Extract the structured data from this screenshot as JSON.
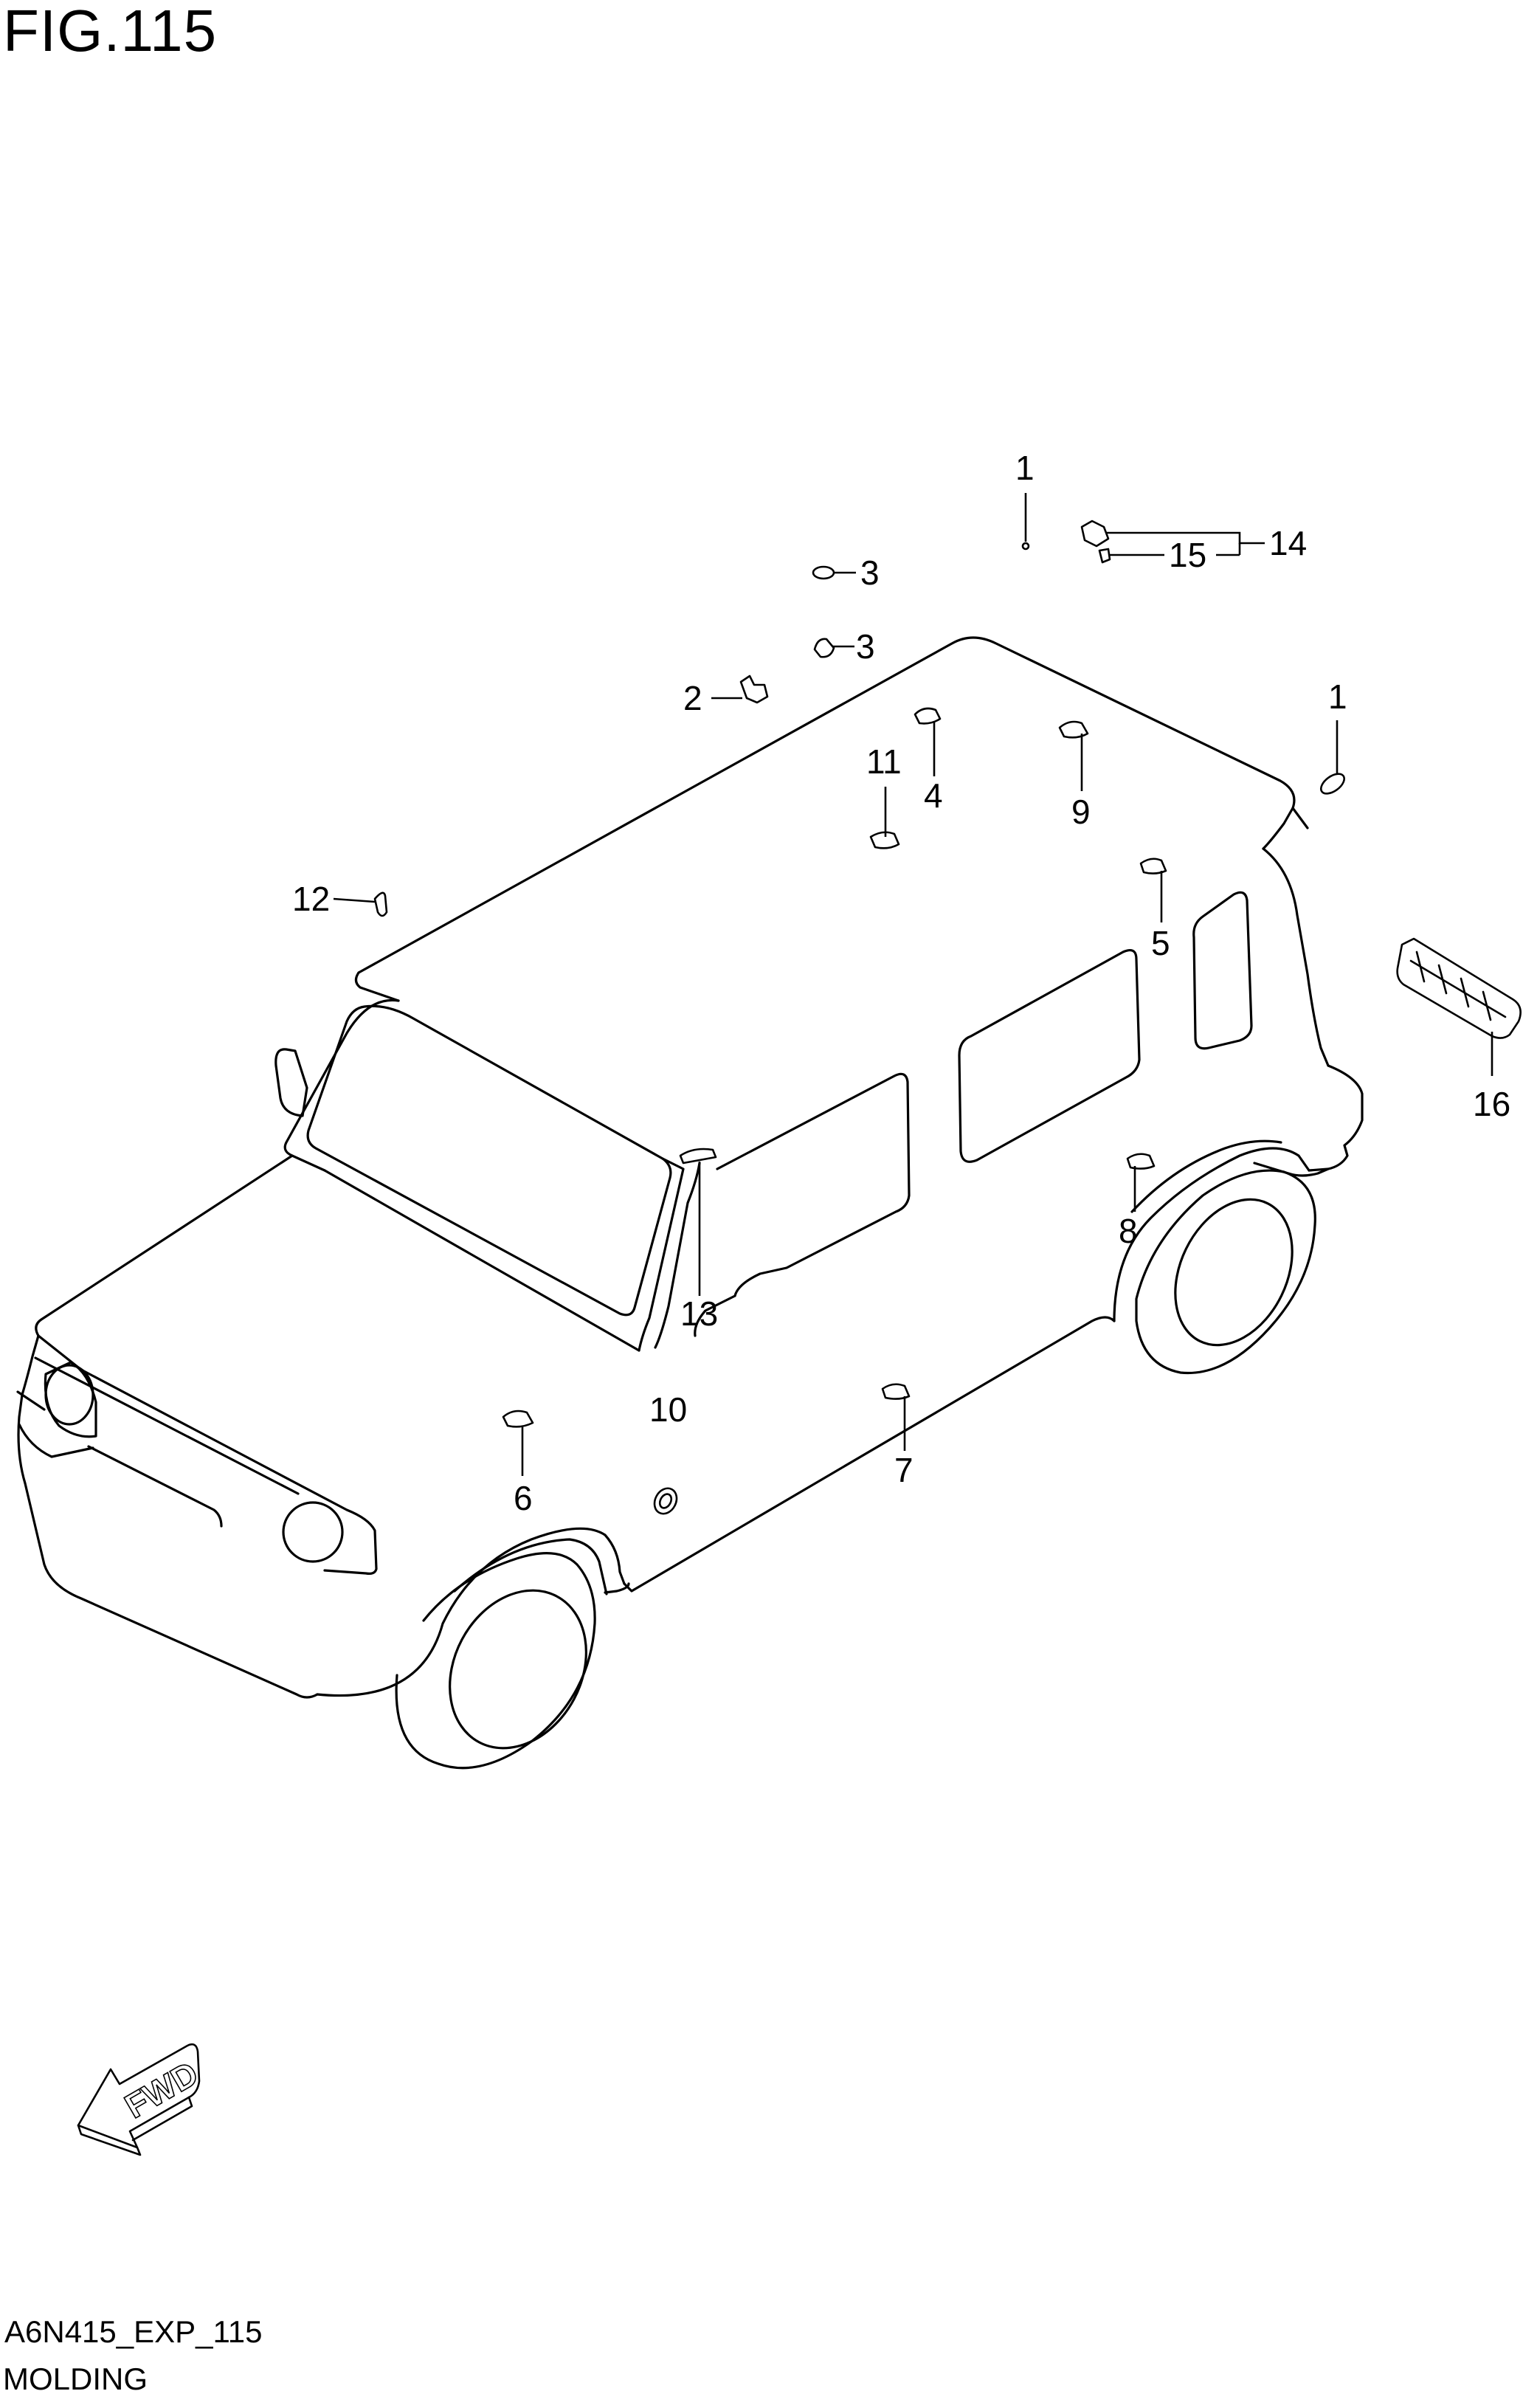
{
  "figure": {
    "title": "FIG.115",
    "code": "A6N415_EXP_115",
    "caption": "MOLDING"
  },
  "direction_arrow": {
    "label": "FWD"
  },
  "callouts": [
    {
      "id": "c1a",
      "number": "1"
    },
    {
      "id": "c1b",
      "number": "1"
    },
    {
      "id": "c2",
      "number": "2"
    },
    {
      "id": "c3a",
      "number": "3"
    },
    {
      "id": "c3b",
      "number": "3"
    },
    {
      "id": "c4",
      "number": "4"
    },
    {
      "id": "c5",
      "number": "5"
    },
    {
      "id": "c6",
      "number": "6"
    },
    {
      "id": "c7",
      "number": "7"
    },
    {
      "id": "c8",
      "number": "8"
    },
    {
      "id": "c9",
      "number": "9"
    },
    {
      "id": "c10",
      "number": "10"
    },
    {
      "id": "c11",
      "number": "11"
    },
    {
      "id": "c12",
      "number": "12"
    },
    {
      "id": "c13",
      "number": "13"
    },
    {
      "id": "c14",
      "number": "14"
    },
    {
      "id": "c15",
      "number": "15"
    },
    {
      "id": "c16",
      "number": "16"
    }
  ]
}
